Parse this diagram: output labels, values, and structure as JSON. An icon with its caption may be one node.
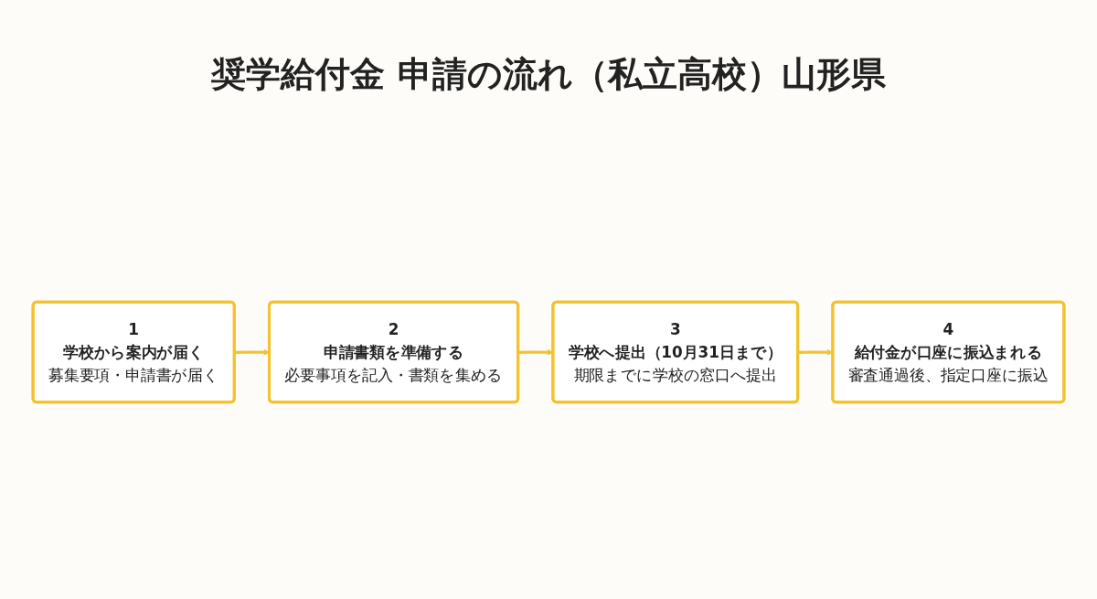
{
  "diagram": {
    "title": "奨学給付金 申請の流れ（私立高校）山形県",
    "nodes": [
      {
        "text": [
          "1",
          "学校から案内が届く",
          "募集要項・申請書が届く"
        ]
      },
      {
        "text": [
          "2",
          "申請書類を準備する",
          "必要事項を記入・書類を集める"
        ]
      },
      {
        "text": [
          "3",
          "学校へ提出（10月31日まで）",
          "期限までに学校の窓口へ提出"
        ]
      },
      {
        "text": [
          "4",
          "給付金が口座に振込まれる",
          "審査通過後、指定口座に振込"
        ]
      }
    ],
    "edges": [
      {
        "from": 0,
        "to": 1,
        "arrow": "to"
      },
      {
        "from": 1,
        "to": 2,
        "arrow": "to"
      },
      {
        "from": 2,
        "to": 3,
        "arrow": "to"
      }
    ]
  }
}
